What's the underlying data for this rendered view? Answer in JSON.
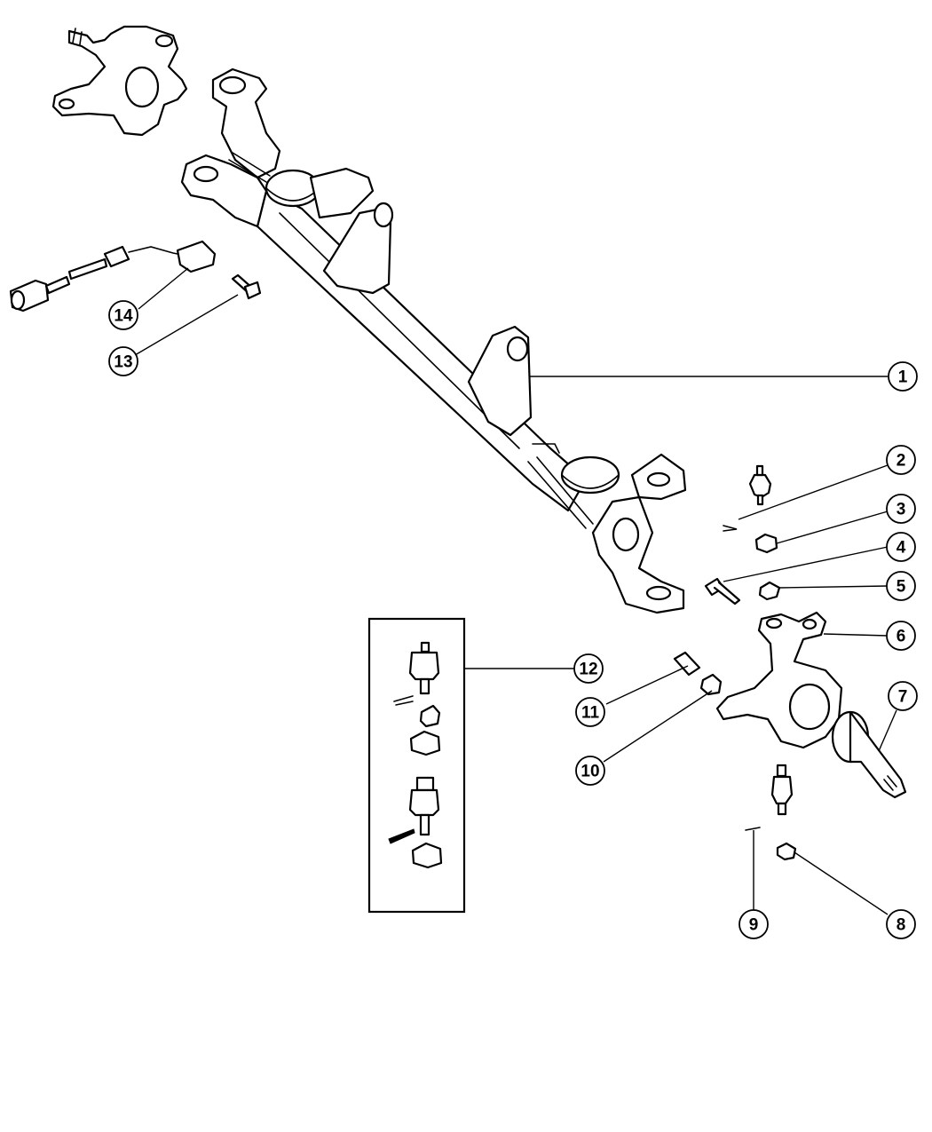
{
  "diagram": {
    "callouts": [
      {
        "number": "1"
      },
      {
        "number": "2"
      },
      {
        "number": "3"
      },
      {
        "number": "4"
      },
      {
        "number": "5"
      },
      {
        "number": "6"
      },
      {
        "number": "7"
      },
      {
        "number": "8"
      },
      {
        "number": "9"
      },
      {
        "number": "10"
      },
      {
        "number": "11"
      },
      {
        "number": "12"
      },
      {
        "number": "13"
      },
      {
        "number": "14"
      }
    ]
  },
  "colors": {
    "line": "#000000",
    "background": "#ffffff"
  }
}
